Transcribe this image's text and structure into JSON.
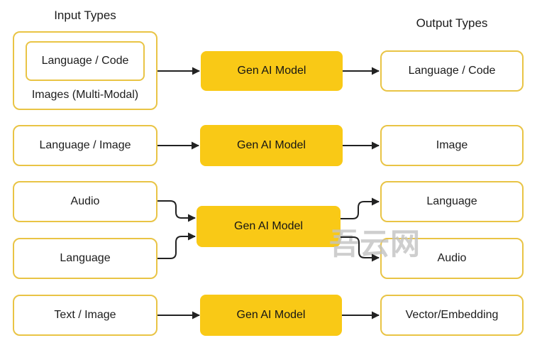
{
  "header": {
    "input_label": "Input Types",
    "output_label": "Output Types"
  },
  "rows": [
    {
      "input": "Language / Code",
      "input_note": "Images (Multi-Modal)",
      "model": "Gen AI Model",
      "output": "Language / Code"
    },
    {
      "input": "Language / Image",
      "model": "Gen AI Model",
      "output": "Image"
    },
    {
      "input_top": "Audio",
      "input_bottom": "Language",
      "model": "Gen AI Model",
      "output_top": "Language",
      "output_bottom": "Audio"
    },
    {
      "input": "Text / Image",
      "model": "Gen AI Model",
      "output": "Vector/Embedding"
    }
  ],
  "watermark": {
    "text": "吾云网"
  },
  "colors": {
    "model_fill": "#F9C916",
    "box_border": "#E9C445",
    "arrow": "#222222",
    "text": "#1c1c1c",
    "watermark": "#c3c3c3"
  }
}
